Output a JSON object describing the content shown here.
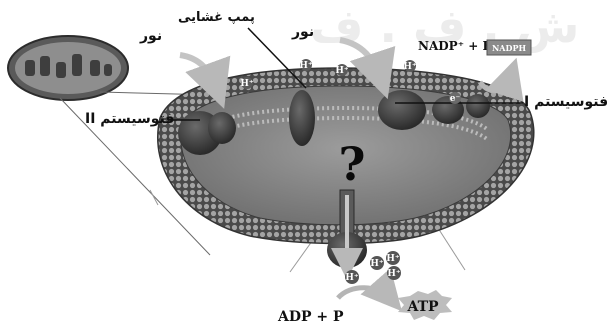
{
  "watermark": "ش . ف . ف",
  "labels": {
    "light_left": "نور",
    "membrane_pump": "پمپ غشایی",
    "light_right": "نور",
    "photosystem_1": "فتوسیستم I",
    "photosystem_2": "فتوسیستم II",
    "question_mark": "?",
    "nadp_eq": "NADP⁺ + H⁺",
    "nadph": "NADPH",
    "adp_eq": "ADP + P",
    "atp": "ATP",
    "h_plus": "H⁺",
    "e_minus": "e⁻"
  },
  "colors": {
    "membrane": "#4f4f4f",
    "membrane_bead": "#9a9a9a",
    "lumen": "#8b8b8b",
    "arrow": "#bdbdbd",
    "protein": "#3d3d3d"
  }
}
